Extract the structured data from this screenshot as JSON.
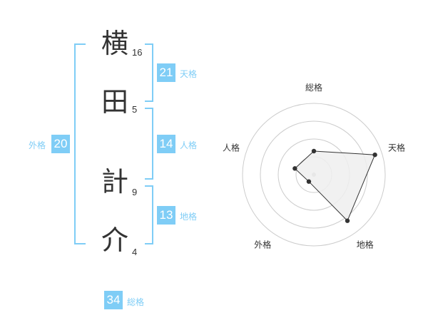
{
  "name": {
    "chars": [
      {
        "char": "横",
        "strokes": "16"
      },
      {
        "char": "田",
        "strokes": "5"
      },
      {
        "char": "計",
        "strokes": "9"
      },
      {
        "char": "介",
        "strokes": "4"
      }
    ]
  },
  "fortunes": {
    "tenkaku": {
      "value": "21",
      "label": "天格"
    },
    "jinkaku": {
      "value": "14",
      "label": "人格"
    },
    "chikaku": {
      "value": "13",
      "label": "地格"
    },
    "gaikaku": {
      "value": "20",
      "label": "外格"
    },
    "soukaku": {
      "value": "34",
      "label": "総格"
    }
  },
  "colors": {
    "accent": "#7fcdf6",
    "text": "#333333",
    "grid": "#cccccc",
    "fill": "#eeeeee"
  },
  "chart_data": {
    "type": "radar",
    "axes": [
      "総格",
      "天格",
      "地格",
      "外格",
      "人格"
    ],
    "values": [
      0.33,
      0.9,
      0.8,
      0.12,
      0.28
    ],
    "range": [
      0,
      1
    ],
    "rings": 4
  }
}
